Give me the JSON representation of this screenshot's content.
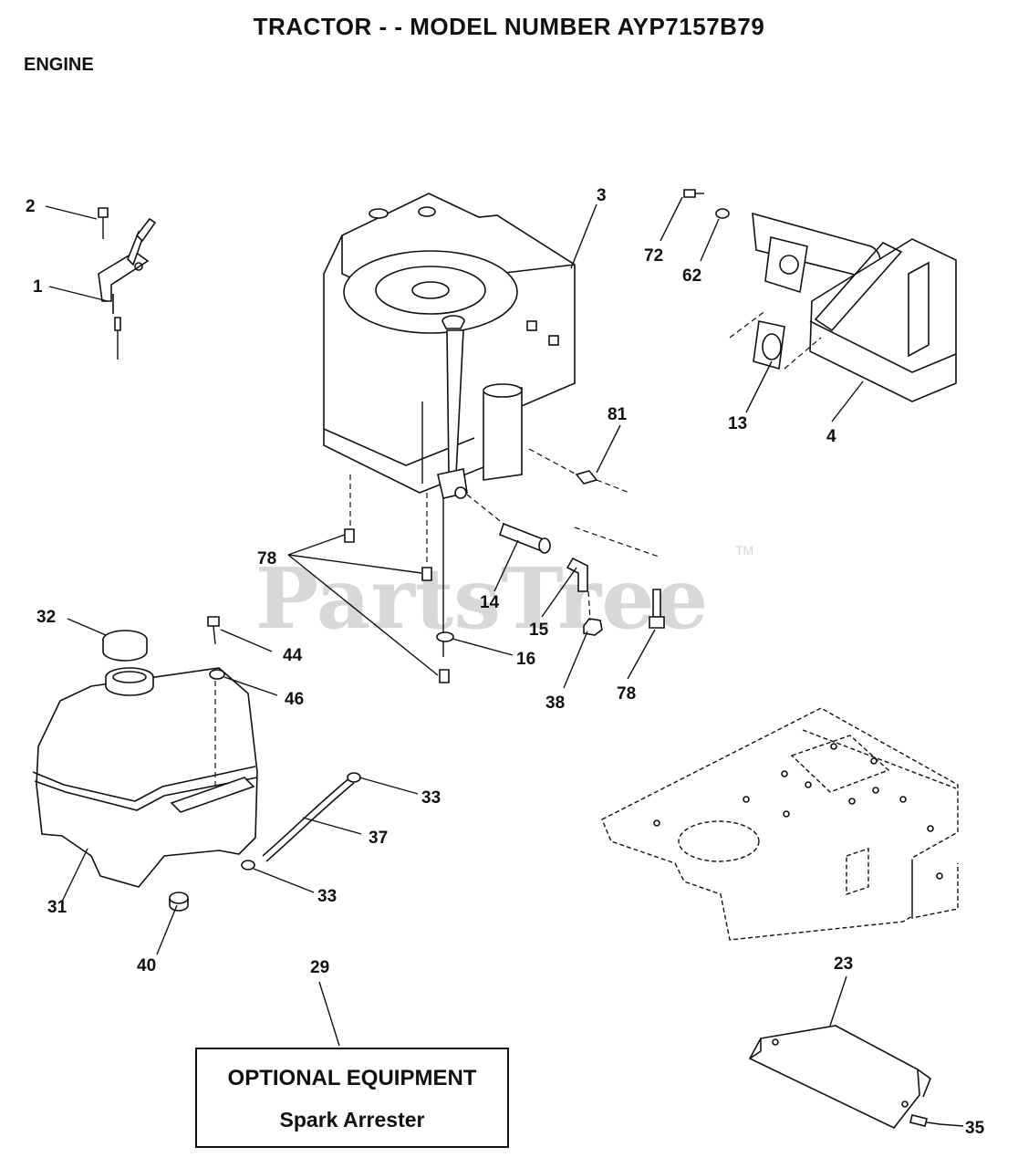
{
  "header": {
    "title": "TRACTOR - - MODEL NUMBER AYP7157B79",
    "section": "ENGINE"
  },
  "watermark": {
    "text": "PartsTree",
    "trademark": "TM"
  },
  "callouts": [
    "1",
    "2",
    "3",
    "4",
    "13",
    "14",
    "15",
    "16",
    "23",
    "29",
    "31",
    "32",
    "33",
    "33",
    "35",
    "37",
    "38",
    "40",
    "44",
    "46",
    "62",
    "72",
    "78",
    "78",
    "81"
  ],
  "optional_equipment": {
    "title": "OPTIONAL EQUIPMENT",
    "item": "Spark Arrester"
  }
}
